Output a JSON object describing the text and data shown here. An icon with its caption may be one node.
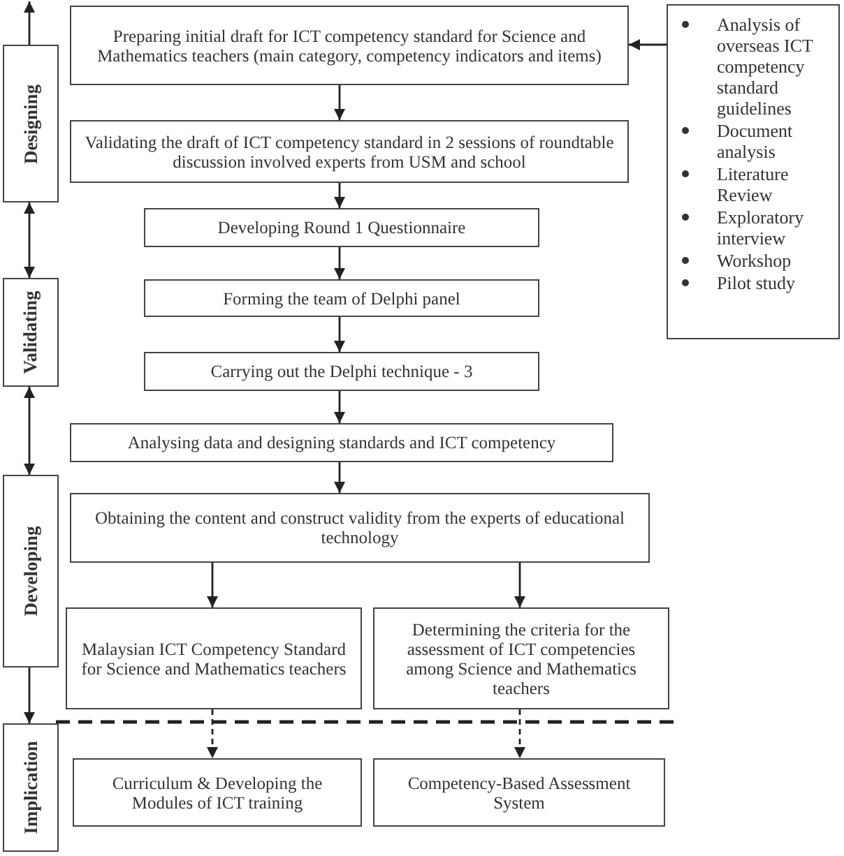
{
  "diagram": {
    "nodes": [
      {
        "text": [
          "Preparing initial draft for ICT competency standard for Science and Mathematics teachers (main category, competency indicators and items)"
        ]
      },
      {
        "text": [
          "Validating the draft of ICT competency standard in 2 sessions of roundtable discussion involved experts from USM and school"
        ]
      },
      {
        "text": [
          "Developing Round 1 Questionnaire"
        ]
      },
      {
        "text": [
          "Forming the team of Delphi panel"
        ]
      },
      {
        "text": [
          "Carrying out the Delphi technique - 3"
        ]
      },
      {
        "text": [
          "Analysing data and designing standards and ICT competency"
        ]
      },
      {
        "text": [
          "Obtaining the content and construct validity from the experts of educational technology"
        ]
      },
      {
        "text": [
          "Malaysian ICT Competency Standard for Science and Mathematics teachers"
        ]
      },
      {
        "text": [
          "Determining the criteria for the assessment of ICT competencies among Science and Mathematics teachers"
        ]
      },
      {
        "text": [
          "Curriculum & Developing the Modules of ICT training"
        ]
      },
      {
        "text": [
          "Competency-Based Assessment System"
        ]
      },
      {
        "text": [
          "Analysis of overseas ICT competency standard guidelines",
          "Document analysis",
          "Literature Review",
          "Exploratory interview",
          "Workshop",
          "Pilot study"
        ]
      },
      {
        "text": [
          "Designing"
        ]
      },
      {
        "text": [
          "Validating"
        ]
      },
      {
        "text": [
          "Developing"
        ]
      },
      {
        "text": [
          "Implication"
        ]
      }
    ],
    "edges": [
      {
        "from": 0,
        "to": 1,
        "arrow": "to"
      },
      {
        "from": 1,
        "to": 2,
        "arrow": "to"
      },
      {
        "from": 2,
        "to": 3,
        "arrow": "to"
      },
      {
        "from": 3,
        "to": 4,
        "arrow": "to"
      },
      {
        "from": 4,
        "to": 5,
        "arrow": "to"
      },
      {
        "from": 5,
        "to": 6,
        "arrow": "to"
      },
      {
        "from": 6,
        "to": 7,
        "arrow": "to"
      },
      {
        "from": 6,
        "to": 8,
        "arrow": "to"
      },
      {
        "from": 7,
        "to": 9,
        "arrow": "to",
        "style": "dashed"
      },
      {
        "from": 8,
        "to": 10,
        "arrow": "to",
        "style": "dashed"
      },
      {
        "from": 11,
        "to": 0,
        "arrow": "to"
      },
      {
        "from": 12,
        "to": null,
        "arrow": "to"
      },
      {
        "from": 12,
        "to": 13,
        "arrow": "both"
      },
      {
        "from": 13,
        "to": 14,
        "arrow": "both"
      },
      {
        "from": 14,
        "to": 15,
        "arrow": "to"
      }
    ]
  }
}
